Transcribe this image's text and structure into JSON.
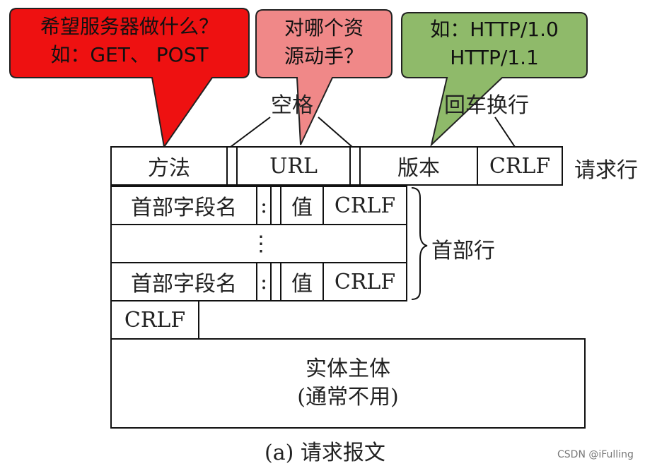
{
  "callouts": {
    "method": {
      "line1": "希望服务器做什么？",
      "line2": "如：GET、 POST",
      "color": "#ee1111"
    },
    "url": {
      "line1": "对哪个资",
      "line2": "源动手？",
      "color": "#f08888"
    },
    "version": {
      "line1": "如：HTTP/1.0",
      "line2": "HTTP/1.1",
      "color": "#8fba6a"
    }
  },
  "annotations": {
    "space": "空格",
    "crlf_label": "回车换行"
  },
  "request_line": {
    "method": "方法",
    "url": "URL",
    "version": "版本",
    "crlf": "CRLF",
    "side_label": "请求行"
  },
  "header_lines": {
    "field_name": "首部字段名",
    "colon": ":",
    "value": "值",
    "crlf": "CRLF",
    "ellipsis": "⋮",
    "side_label": "首部行"
  },
  "blank_line": {
    "crlf": "CRLF"
  },
  "body": {
    "line1": "实体主体",
    "line2": "(通常不用)"
  },
  "caption": "(a) 请求报文",
  "watermark": "CSDN @iFulling"
}
